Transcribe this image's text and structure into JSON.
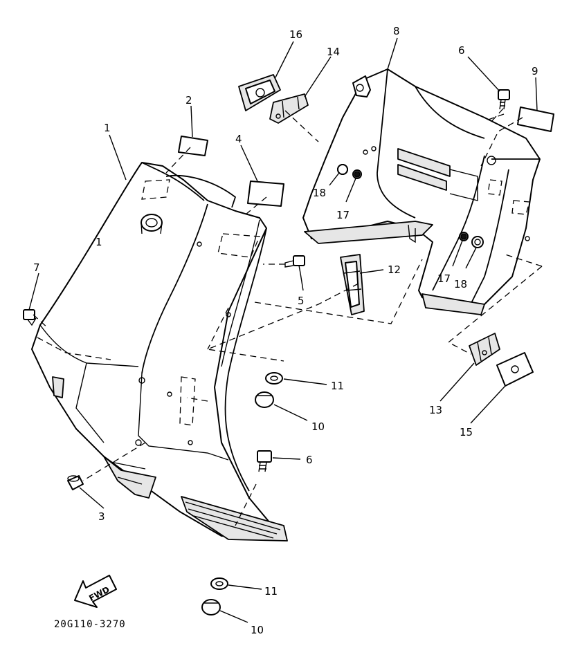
{
  "diagram": {
    "drawing_code": "20G110-3270",
    "fwd_label": "FWD",
    "part_number_on_panel": "1",
    "callouts": {
      "c1": "1",
      "c2": "2",
      "c3": "3",
      "c4": "4",
      "c5": "5",
      "c6a": "6",
      "c6b": "6",
      "c7": "7",
      "c8": "8",
      "c9": "9",
      "c10a": "10",
      "c10b": "10",
      "c11a": "11",
      "c11b": "11",
      "c12": "12",
      "c13": "13",
      "c14": "14",
      "c15": "15",
      "c16": "16",
      "c17a": "17",
      "c17b": "17",
      "c18a": "18",
      "c18b": "18"
    }
  }
}
